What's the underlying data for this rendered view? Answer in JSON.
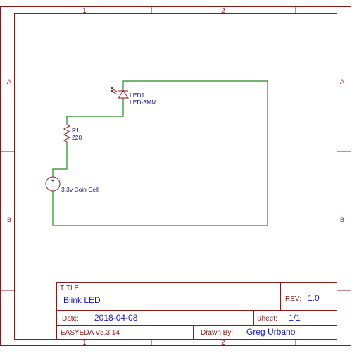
{
  "frame": {
    "columns": [
      "1",
      "2"
    ],
    "rows": [
      "A",
      "B"
    ]
  },
  "title_block": {
    "title_label": "TITLE:",
    "title_value": "Blink LED",
    "rev_label": "REV:",
    "rev_value": "1.0",
    "date_label": "Date:",
    "date_value": "2018-04-08",
    "sheet_label": "Sheet:",
    "sheet_value": "1/1",
    "software": "EASYEDA V5.3.14",
    "drawn_by_label": "Drawn By:",
    "drawn_by_value": "Greg Urbano"
  },
  "components": {
    "led": {
      "designator": "LED1",
      "value": "LED-3MM"
    },
    "resistor": {
      "designator": "R1",
      "value": "220"
    },
    "battery": {
      "value": "3.3v Coin Cell",
      "plus": "+",
      "minus": "−"
    }
  },
  "colors": {
    "frame": "#8b1a1a",
    "wire": "#1f8a1f",
    "title_values": "#1515d6",
    "part_labels": "#13137a"
  }
}
